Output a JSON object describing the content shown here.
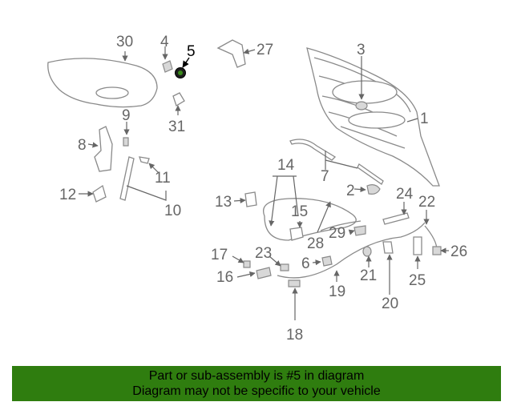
{
  "diagram": {
    "callouts": [
      "1",
      "2",
      "3",
      "4",
      "5",
      "6",
      "7",
      "8",
      "9",
      "10",
      "11",
      "12",
      "13",
      "14",
      "15",
      "16",
      "17",
      "18",
      "19",
      "20",
      "21",
      "22",
      "23",
      "24",
      "25",
      "26",
      "27",
      "28",
      "29",
      "30",
      "31"
    ],
    "highlighted_callout": "5",
    "highlight_color": "#2e6b1a"
  },
  "banner": {
    "line1": "Part or sub-assembly is #5 in diagram",
    "line2": "Diagram may not be specific to your vehicle",
    "background": "#2f7d0f"
  }
}
